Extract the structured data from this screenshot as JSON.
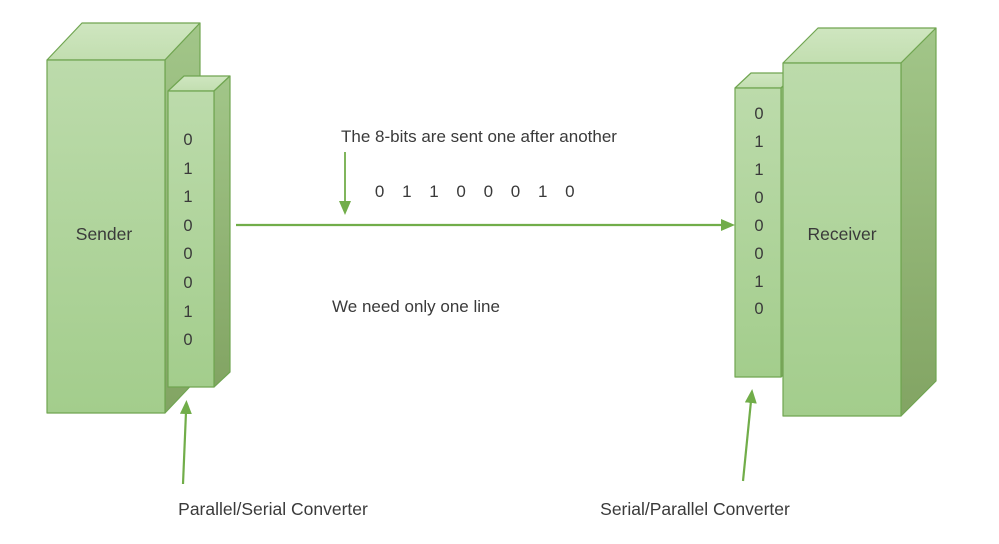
{
  "colors": {
    "box_border": "#70A551",
    "box_front_light": "#BCDBAB",
    "box_front_dark": "#A3CD8C",
    "box_top": "#CCE4BC",
    "box_side_dark": "#82A463",
    "arrow_green": "#71AD49",
    "text": "#3A3A3A"
  },
  "sender": {
    "label": "Sender",
    "bits": [
      "0",
      "1",
      "1",
      "0",
      "0",
      "0",
      "1",
      "0"
    ]
  },
  "receiver": {
    "label": "Receiver",
    "bits": [
      "0",
      "1",
      "1",
      "0",
      "0",
      "0",
      "1",
      "0"
    ]
  },
  "captions": {
    "serial_note": "The 8-bits are sent one after another",
    "serial_bits": "0 1 1 0 0 0 1 0",
    "line_note": "We need only one line",
    "sender_converter": "Parallel/Serial Converter",
    "receiver_converter": "Serial/Parallel Converter"
  }
}
